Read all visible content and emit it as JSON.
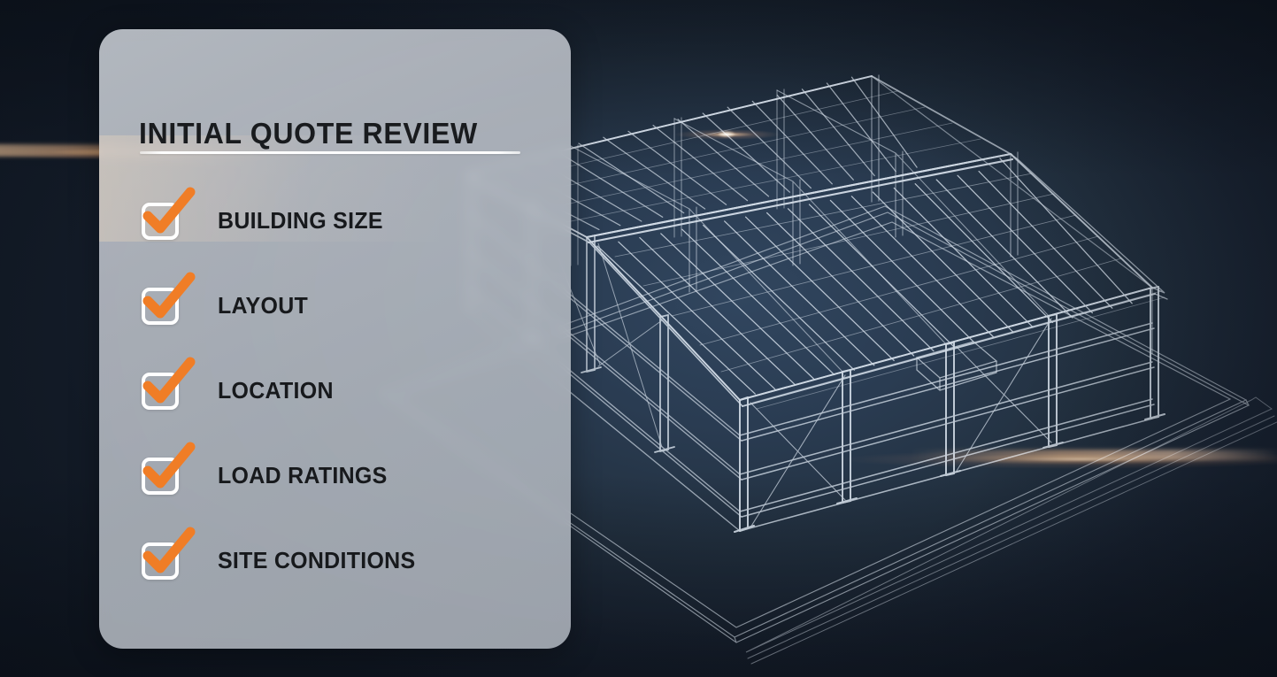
{
  "panel": {
    "title": "INITIAL QUOTE REVIEW",
    "divider": true,
    "checklist": [
      {
        "label": "BUILDING SIZE",
        "checked": true,
        "icon": "checkmark-icon"
      },
      {
        "label": "LAYOUT",
        "checked": true,
        "icon": "checkmark-icon"
      },
      {
        "label": "LOCATION",
        "checked": true,
        "icon": "checkmark-icon"
      },
      {
        "label": "LOAD RATINGS",
        "checked": true,
        "icon": "checkmark-icon"
      },
      {
        "label": "SITE CONDITIONS",
        "checked": true,
        "icon": "checkmark-icon"
      }
    ]
  },
  "illustration": {
    "subject": "steel-building-wireframe",
    "description": "3D isometric wireframe of a gabled pre-engineered metal building with concrete slab outline"
  },
  "colors": {
    "accent_orange": "#F07D26",
    "panel_gray": "#B7BCC4",
    "background_navy": "#1A2433",
    "background_navy_light": "#2E4259",
    "wireframe_line": "#E8EFF6",
    "text_dark": "#17191C",
    "divider_white": "#FFFFFF",
    "flare_warm": "#F0A866"
  }
}
